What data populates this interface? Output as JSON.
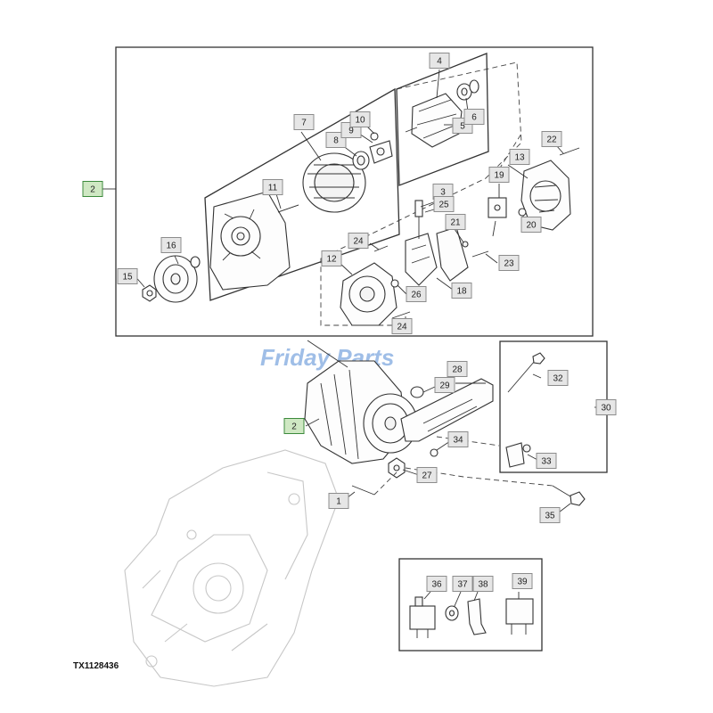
{
  "figure_id": "TX1128436",
  "watermark": "Friday Parts",
  "callouts": [
    {
      "n": "1"
    },
    {
      "n": "2"
    },
    {
      "n": "2"
    },
    {
      "n": "3"
    },
    {
      "n": "4"
    },
    {
      "n": "5"
    },
    {
      "n": "6"
    },
    {
      "n": "7"
    },
    {
      "n": "8"
    },
    {
      "n": "9"
    },
    {
      "n": "10"
    },
    {
      "n": "11"
    },
    {
      "n": "12"
    },
    {
      "n": "13"
    },
    {
      "n": "15"
    },
    {
      "n": "16"
    },
    {
      "n": "18"
    },
    {
      "n": "19"
    },
    {
      "n": "20"
    },
    {
      "n": "21"
    },
    {
      "n": "22"
    },
    {
      "n": "23"
    },
    {
      "n": "24"
    },
    {
      "n": "24"
    },
    {
      "n": "25"
    },
    {
      "n": "26"
    },
    {
      "n": "27"
    },
    {
      "n": "28"
    },
    {
      "n": "29"
    },
    {
      "n": "30"
    },
    {
      "n": "32"
    },
    {
      "n": "33"
    },
    {
      "n": "34"
    },
    {
      "n": "35"
    },
    {
      "n": "36"
    },
    {
      "n": "37"
    },
    {
      "n": "38"
    },
    {
      "n": "39"
    }
  ],
  "colors": {
    "callout_fill": "#e6e6e6",
    "callout_green": "#cfe8c3",
    "watermark": "#8fb3e3"
  }
}
